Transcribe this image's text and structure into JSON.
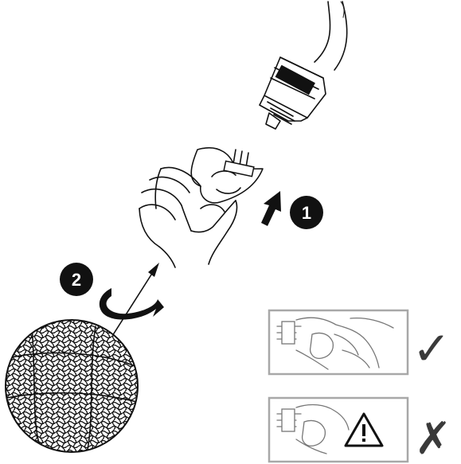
{
  "steps": [
    {
      "number": "1"
    },
    {
      "number": "2"
    }
  ],
  "panels": [
    {
      "result": "correct",
      "mark_icon": "check-mark-icon",
      "symbol": "✓"
    },
    {
      "result": "incorrect",
      "mark_icon": "x-mark-icon",
      "warning_icon": "warning-triangle-icon",
      "symbol": "✗"
    }
  ],
  "colors": {
    "line": "#111111",
    "panel_border": "#a8a8a8",
    "badge": "#111111",
    "badge_text": "#ffffff",
    "mark": "#3a3a3a"
  }
}
